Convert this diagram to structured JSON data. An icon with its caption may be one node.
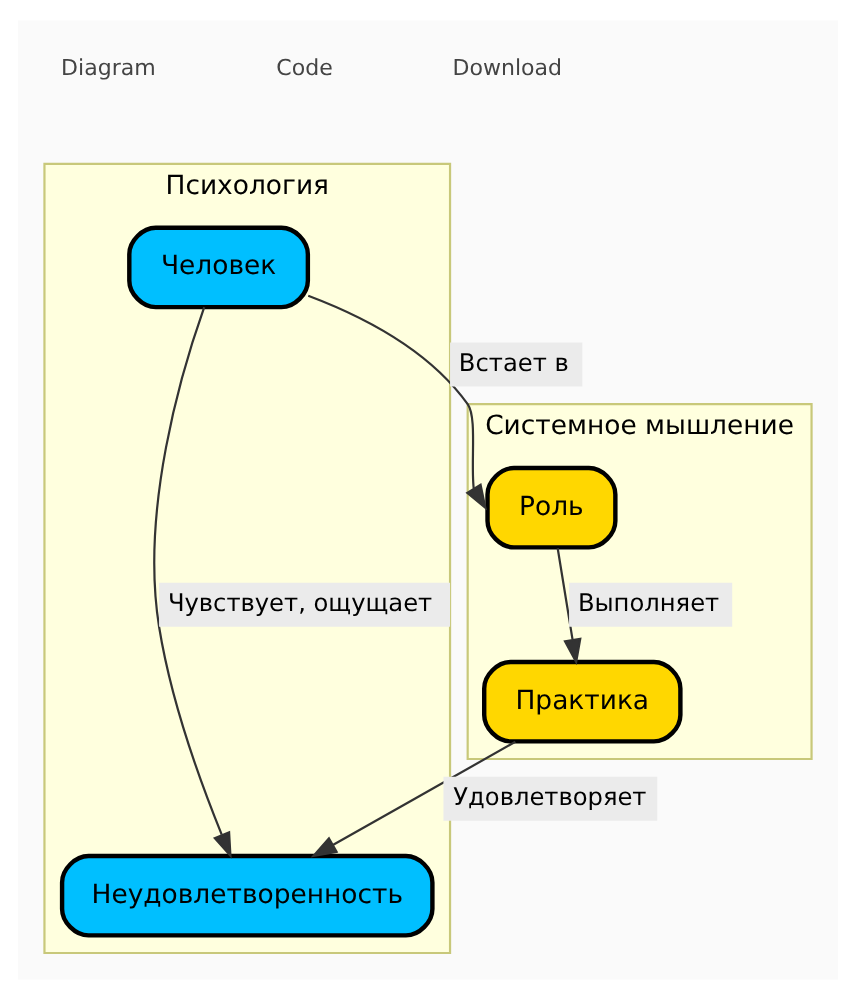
{
  "diagram": {
    "nodes": [
      {
        "text": [
          "Психология"
        ]
      },
      {
        "text": [
          "Человек"
        ],
        "in": 0
      },
      {
        "text": [
          "Системное мышление"
        ]
      },
      {
        "text": [
          "Роль"
        ],
        "in": 2
      },
      {
        "text": [
          "Практика"
        ],
        "in": 2
      },
      {
        "text": [
          "Неудовлетворенность"
        ],
        "in": 0
      }
    ],
    "edges": [
      {
        "from": 1,
        "to": 3,
        "label": "Встает в",
        "arrow": "to"
      },
      {
        "from": 1,
        "to": 5,
        "label": "Чувствует, ощущает",
        "arrow": "to"
      },
      {
        "from": 3,
        "to": 4,
        "label": "Выполняет",
        "arrow": "to"
      },
      {
        "from": 4,
        "to": 5,
        "label": "Удовлетворяет",
        "arrow": "to"
      }
    ],
    "labels": [
      "Diagram",
      "Code",
      "Download"
    ]
  }
}
